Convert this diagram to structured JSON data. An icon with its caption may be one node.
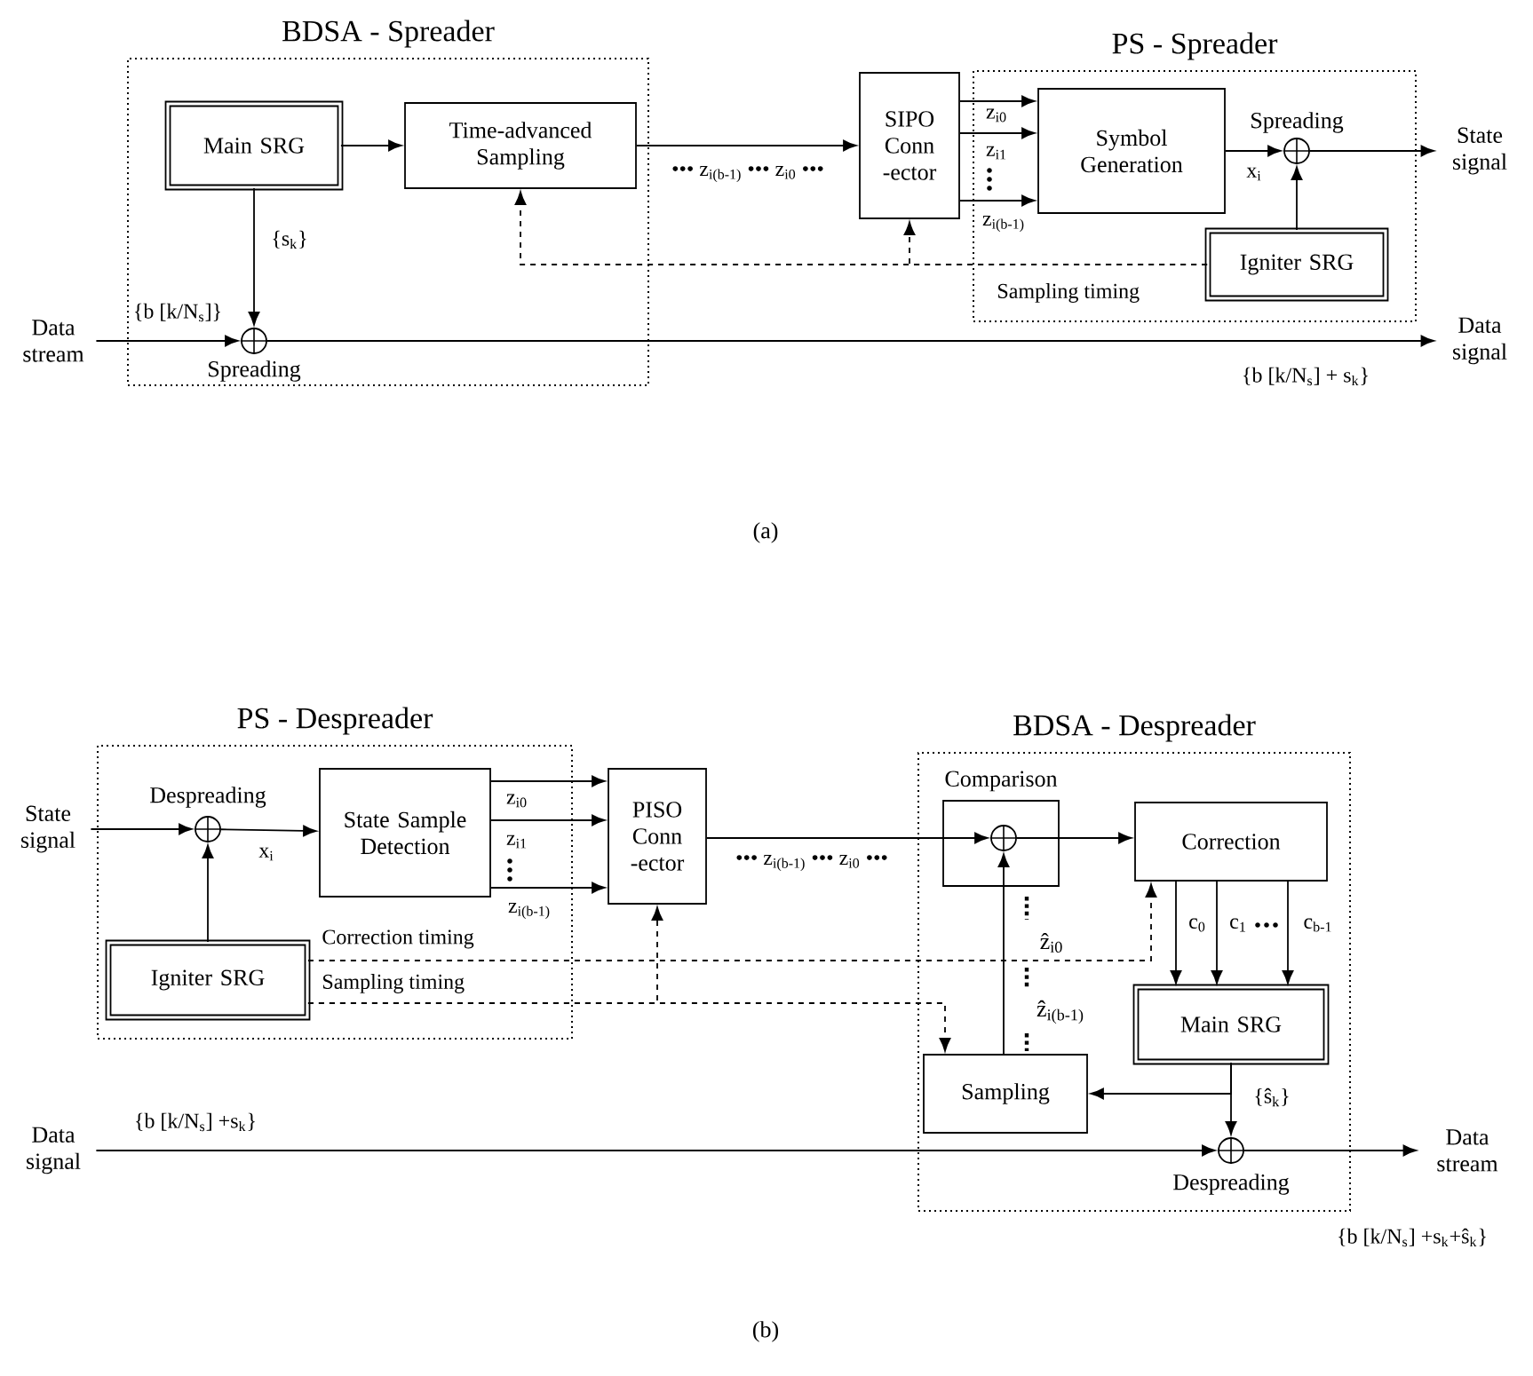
{
  "diagram": {
    "nodes": [
      {
        "text": [
          "BDSA - Spreader"
        ]
      },
      {
        "text": [
          "Main SRG"
        ],
        "in": 0
      },
      {
        "text": [
          "Time-advanced Sampling"
        ],
        "in": 0
      },
      {
        "text": [],
        "shape": "circle",
        "beside": [
          "Spreading"
        ],
        "in": 0
      },
      {
        "text": [
          "SIPO Conn -ector"
        ]
      },
      {
        "text": [
          "PS - Spreader"
        ]
      },
      {
        "text": [
          "Symbol Generation"
        ],
        "in": 5
      },
      {
        "text": [],
        "shape": "circle",
        "beside": [
          "Spreading"
        ],
        "in": 5
      },
      {
        "text": [
          "Igniter SRG"
        ],
        "in": 5
      },
      {
        "text": [
          "Data stream"
        ]
      },
      {
        "text": [
          "State signal"
        ]
      },
      {
        "text": [
          "Data signal"
        ]
      },
      {
        "text": [
          "PS - Despreader"
        ]
      },
      {
        "text": [],
        "shape": "circle",
        "beside": [
          "Despreading"
        ],
        "in": 12
      },
      {
        "text": [
          "State Sample Detection"
        ],
        "in": 12
      },
      {
        "text": [
          "Igniter SRG"
        ],
        "in": 12
      },
      {
        "text": [
          "PISO Conn -ector"
        ]
      },
      {
        "text": [
          "BDSA - Despreader"
        ]
      },
      {
        "text": [
          "Comparison"
        ],
        "in": 17
      },
      {
        "text": [],
        "shape": "circle",
        "in": 18
      },
      {
        "text": [
          "Correction"
        ],
        "in": 17
      },
      {
        "text": [
          "Main SRG"
        ],
        "in": 17
      },
      {
        "text": [
          "Sampling"
        ],
        "in": 17
      },
      {
        "text": [],
        "shape": "circle",
        "beside": [
          "Despreading"
        ],
        "in": 17
      },
      {
        "text": [
          "State signal"
        ]
      },
      {
        "text": [
          "Data signal"
        ]
      },
      {
        "text": [
          "Data stream"
        ]
      }
    ],
    "edges": [
      {
        "from": 1,
        "to": 2,
        "arrow": "to"
      },
      {
        "from": 1,
        "to": 3,
        "arrow": "to",
        "label": "{s$_{k}$}"
      },
      {
        "from": 9,
        "to": 3,
        "arrow": "to",
        "label": "{b [k/N$_{s}$]}"
      },
      {
        "from": 2,
        "to": 4,
        "arrow": "to",
        "label": "••• z$_{i(b-1)}$ ••• z$_{i0}$ •••"
      },
      {
        "from": 4,
        "to": 6,
        "arrow": "to",
        "label": "z$_{i0}$"
      },
      {
        "from": 4,
        "to": 6,
        "arrow": "to",
        "label": "z$_{i1}$"
      },
      {
        "from": 4,
        "to": 6,
        "arrow": "to",
        "label": "z$_{i(b-1)}$"
      },
      {
        "from": 6,
        "to": 7,
        "arrow": "to",
        "label": "x$_{i}$"
      },
      {
        "from": 8,
        "to": 7,
        "arrow": "to"
      },
      {
        "from": 7,
        "to": 10,
        "arrow": "to"
      },
      {
        "from": 3,
        "to": 11,
        "arrow": "to",
        "label": "{b [k/N$_{s}$] + s$_{k}$}"
      },
      {
        "from": 8,
        "to": 2,
        "arrow": "to",
        "style": "dashed",
        "label": "Sampling timing"
      },
      {
        "from": 8,
        "to": 4,
        "arrow": "to",
        "style": "dashed"
      },
      {
        "from": 24,
        "to": 13,
        "arrow": "to"
      },
      {
        "from": 15,
        "to": 13,
        "arrow": "to"
      },
      {
        "from": 13,
        "to": 14,
        "arrow": "to",
        "label": "x$_{i}$"
      },
      {
        "from": 14,
        "to": 16,
        "arrow": "to",
        "label": "z$_{i0}$"
      },
      {
        "from": 14,
        "to": 16,
        "arrow": "to",
        "label": "z$_{i1}$"
      },
      {
        "from": 14,
        "to": 16,
        "arrow": "to",
        "label": "z$_{i(b-1)}$"
      },
      {
        "from": 16,
        "to": 19,
        "arrow": "to",
        "label": "••• z$_{i(b-1)}$ ••• z$_{i0}$ •••"
      },
      {
        "from": 19,
        "to": 20,
        "arrow": "to"
      },
      {
        "from": 20,
        "to": 21,
        "arrow": "to",
        "label": "c$_{0}$"
      },
      {
        "from": 20,
        "to": 21,
        "arrow": "to",
        "label": "c$_{1}$"
      },
      {
        "from": 20,
        "to": 21,
        "arrow": "to",
        "label": "c$_{b-1}$"
      },
      {
        "from": 21,
        "to": 22,
        "arrow": "to",
        "label": "{ŝ$_{k}$}"
      },
      {
        "from": 21,
        "to": 23,
        "arrow": "to"
      },
      {
        "from": 22,
        "to": 19,
        "arrow": "to"
      },
      {
        "from": 25,
        "to": 23,
        "arrow": "to",
        "label": "{b [k/N$_{s}$] +s$_{k}$}"
      },
      {
        "from": 23,
        "to": 26,
        "arrow": "to",
        "label": "{b [k/N$_{s}$] +s$_{k}$+ŝ$_{k}$}"
      },
      {
        "from": 15,
        "to": 20,
        "arrow": "to",
        "style": "dashed",
        "label": "Correction timing"
      },
      {
        "from": 15,
        "to": 22,
        "arrow": "to",
        "style": "dashed",
        "label": "Sampling timing"
      },
      {
        "from": 15,
        "to": 16,
        "arrow": "to",
        "style": "dashed"
      }
    ],
    "labels": [
      "(a)",
      "ẑ$_{i0}$",
      "ẑ$_{i(b-1)}$",
      "(b)"
    ]
  }
}
